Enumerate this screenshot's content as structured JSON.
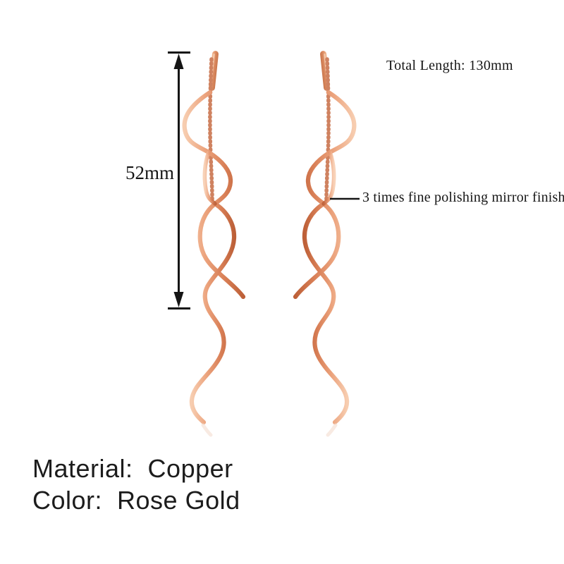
{
  "image": {
    "description": "Pair of rose gold spiral threader drop earrings on white background",
    "background": "#ffffff"
  },
  "annotations": {
    "total_length": "Total Length: 130mm",
    "drop_length": "52mm",
    "finish_note": "3 times fine polishing mirror finish"
  },
  "specs": {
    "material": "Material:  Copper",
    "color": "Color:  Rose Gold"
  },
  "palette": {
    "wire_highlight": "#f7cdb0",
    "wire_mid": "#e09070",
    "wire_shadow": "#bd6038",
    "chain": "#cf8260",
    "annotation_text": "#151515"
  }
}
